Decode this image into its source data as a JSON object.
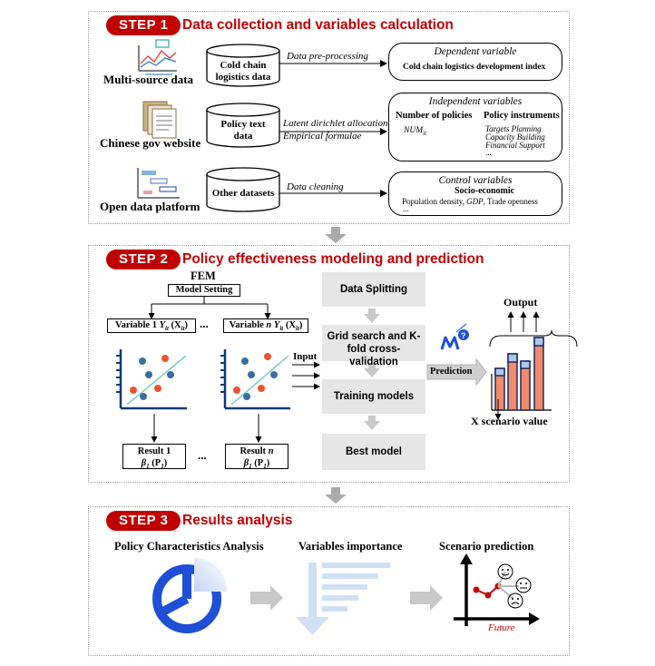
{
  "step1": {
    "badge": "STEP  1",
    "title": "Data collection and variables calculation",
    "sources": [
      "Multi-source data",
      "Chinese gov website",
      "Open data platform"
    ],
    "datasets": [
      "Cold chain logistics data",
      "Policy text data",
      "Other datasets"
    ],
    "arrows": {
      "a1": "Data pre-processing",
      "a2a": "Latent dirichlet allocation",
      "a2b": "Empirical formulae",
      "a3": "Data cleaning"
    },
    "dependent": {
      "header": "Dependent variable",
      "item": "Cold chain logistics development index"
    },
    "independent": {
      "header": "Independent variables",
      "num_label": "Number of policies",
      "num_item": "NUM",
      "num_sub": "it",
      "inst_label": "Policy instruments",
      "inst_items": [
        "Targets  Planning",
        "Capacity Building",
        "Financial Support",
        "..."
      ]
    },
    "control": {
      "header": "Control variables",
      "label": "Socio-economic",
      "item_a": "Population density, ",
      "item_b": "GDP",
      "item_c": ", Trade openness",
      "more": "..."
    }
  },
  "step2": {
    "badge": "STEP  2",
    "title": "Policy effectiveness modeling and prediction",
    "fem": "FEM",
    "model_setting": "Model Setting",
    "var1": "Variable 1 ",
    "var1_math": "Y",
    "var1_sub": "it",
    "var1_x": " (X",
    "var1_xsub": "it",
    "varn": "Variable ",
    "varn_n": "n",
    "ellipsis": "...",
    "input": "Input",
    "result1_a": "Result 1",
    "resultn_a": "Result ",
    "resultn_n": "n",
    "beta": "β",
    "beta_sub": "1",
    "p": " (P",
    "steps": [
      "Data Splitting",
      "Grid search and K-fold cross-validation",
      "Training models",
      "Best model"
    ],
    "prediction": "Prediction",
    "output": "Output",
    "scenario": "X scenario value"
  },
  "step3": {
    "badge": "STEP  3",
    "title": "Results analysis",
    "items": [
      "Policy Characteristics Analysis",
      "Variables importance",
      "Scenario prediction"
    ],
    "future": "Future"
  },
  "colors": {
    "accent": "#c00000",
    "blue": "#1f4fd6",
    "lightblue": "#a9c9ec",
    "orange": "#f28b6b",
    "dotblue": "#3b6e9e",
    "dotred": "#f0522d"
  }
}
